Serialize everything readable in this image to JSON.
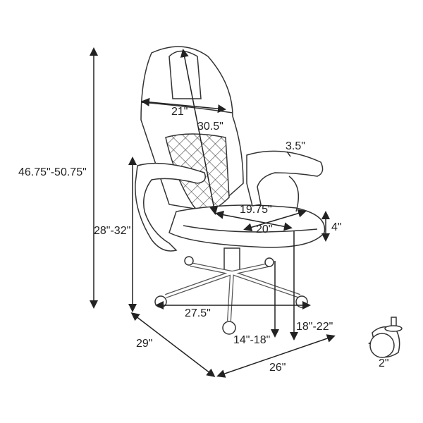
{
  "diagram": {
    "subject": "office-chair-dimensions",
    "dimensions": {
      "overall_height": "46.75\"-50.75\"",
      "arm_height": "28\"-32\"",
      "back_width": "21\"",
      "back_height": "30.5\"",
      "arm_width": "3.5\"",
      "seat_width": "19.75\"",
      "seat_depth": "20\"",
      "seat_thickness": "4\"",
      "base_width": "27.5\"",
      "seat_height": "18\"-22\"",
      "seat_to_floor_min": "14\"-18\"",
      "footprint_depth": "29\"",
      "footprint_width": "26\"",
      "caster_diameter": "2\""
    }
  }
}
